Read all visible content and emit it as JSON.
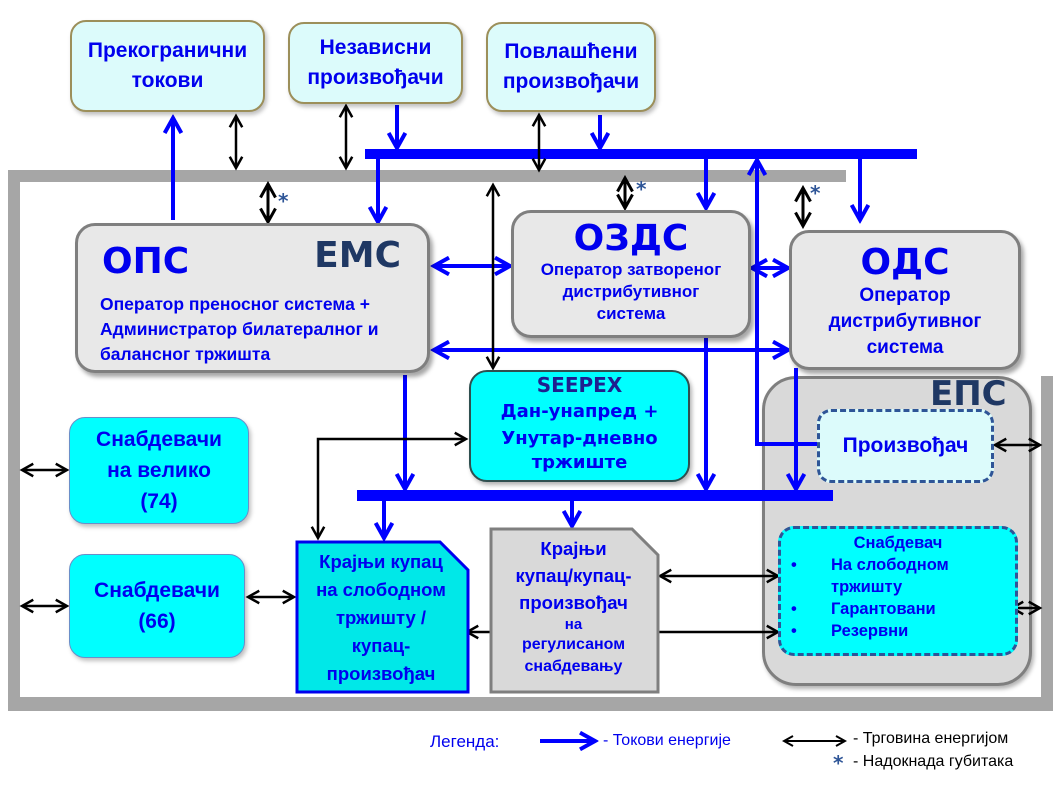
{
  "colors": {
    "energy_flow": "#0000ff",
    "trade": "#000000",
    "frame": "#a6a6a6",
    "text_blue": "#0000ee",
    "text_navy": "#1f3864",
    "cyan": "#00ffff",
    "light_cyan": "#dcfbfb",
    "grey_box": "#e8e8e8"
  },
  "top": {
    "cross_border": {
      "line1": "Прекогранични",
      "line2": "токови"
    },
    "independent": {
      "line1": "Независни",
      "line2": "произвођачи"
    },
    "privileged": {
      "line1": "Повлашћени",
      "line2": "произвођачи"
    }
  },
  "ops": {
    "abbr": "ОПС",
    "company": "ЕМС",
    "line1": "Оператор преносног система  +",
    "line2": "Администратор билатералног и",
    "line3": "балансног тржишта"
  },
  "ozds": {
    "abbr": "ОЗДС",
    "line1": "Оператор затвореног",
    "line2": "дистрибутивног",
    "line3": "система"
  },
  "ods": {
    "abbr": "ОДС",
    "line1": "Оператор",
    "line2": "дистрибутивног",
    "line3": "система"
  },
  "seepex": {
    "title": "SEEPEX",
    "line1": "Дан-унапред +",
    "line2": "Унутар-дневно",
    "line3": "тржиште"
  },
  "wholesale": {
    "line1": "Снабдевачи",
    "line2": "на велико",
    "line3": "(74)"
  },
  "suppliers": {
    "line1": "Снабдевачи",
    "line2": "(66)"
  },
  "free_customer": {
    "line1": "Крајњи купац",
    "line2": "на слободном",
    "line3": "тржишту /",
    "line4": "купац-",
    "line5": "произвођач"
  },
  "regulated_customer": {
    "line1": "Крајњи",
    "line2": "купац/купац-",
    "line3": "произвођач",
    "line4": "на",
    "line5": "регулисаном",
    "line6": "снабдевању"
  },
  "eps": {
    "title": "ЕПС",
    "producer": "Произвођач",
    "supplier": {
      "title": "Снабдевач",
      "bullet": "•",
      "items": [
        "На слободном",
        "тржишту",
        "Гарантовани",
        "Резервни"
      ]
    }
  },
  "legend": {
    "title": "Легенда:",
    "energy_flow": "- Токови енергије",
    "trade": "- Трговина енергијом",
    "asterisk": "*",
    "loss_compensation": "- Надокнада губитака"
  }
}
